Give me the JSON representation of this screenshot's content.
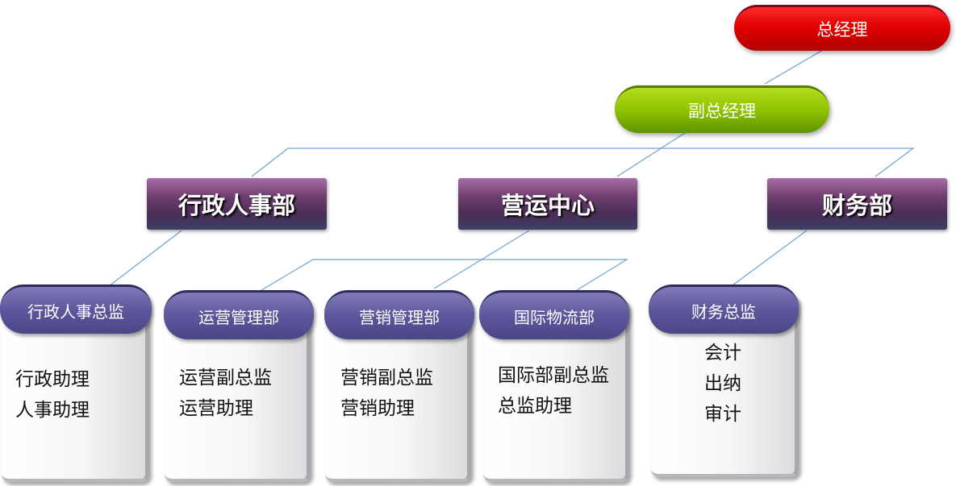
{
  "top": {
    "general_manager": "总经理",
    "deputy_general_manager": "副总经理"
  },
  "departments": [
    {
      "label": "行政人事部"
    },
    {
      "label": "营运中心"
    },
    {
      "label": "财务部"
    }
  ],
  "units": [
    {
      "title": "行政人事总监",
      "items": [
        "行政助理",
        "人事助理"
      ]
    },
    {
      "title": "运营管理部",
      "items": [
        "运营副总监",
        "运营助理"
      ]
    },
    {
      "title": "营销管理部",
      "items": [
        "营销副总监",
        "营销助理"
      ]
    },
    {
      "title": "国际物流部",
      "items": [
        "国际部副总监",
        "总监助理"
      ]
    },
    {
      "title": "财务总监",
      "items": [
        "会计",
        "出纳",
        "审计"
      ]
    }
  ],
  "colors": {
    "gm_red": "#e00000",
    "dgm_green": "#8fc300",
    "dept_purple": "#4a2e55",
    "unit_head": "#5c579c",
    "connector": "#6fa3d6"
  }
}
